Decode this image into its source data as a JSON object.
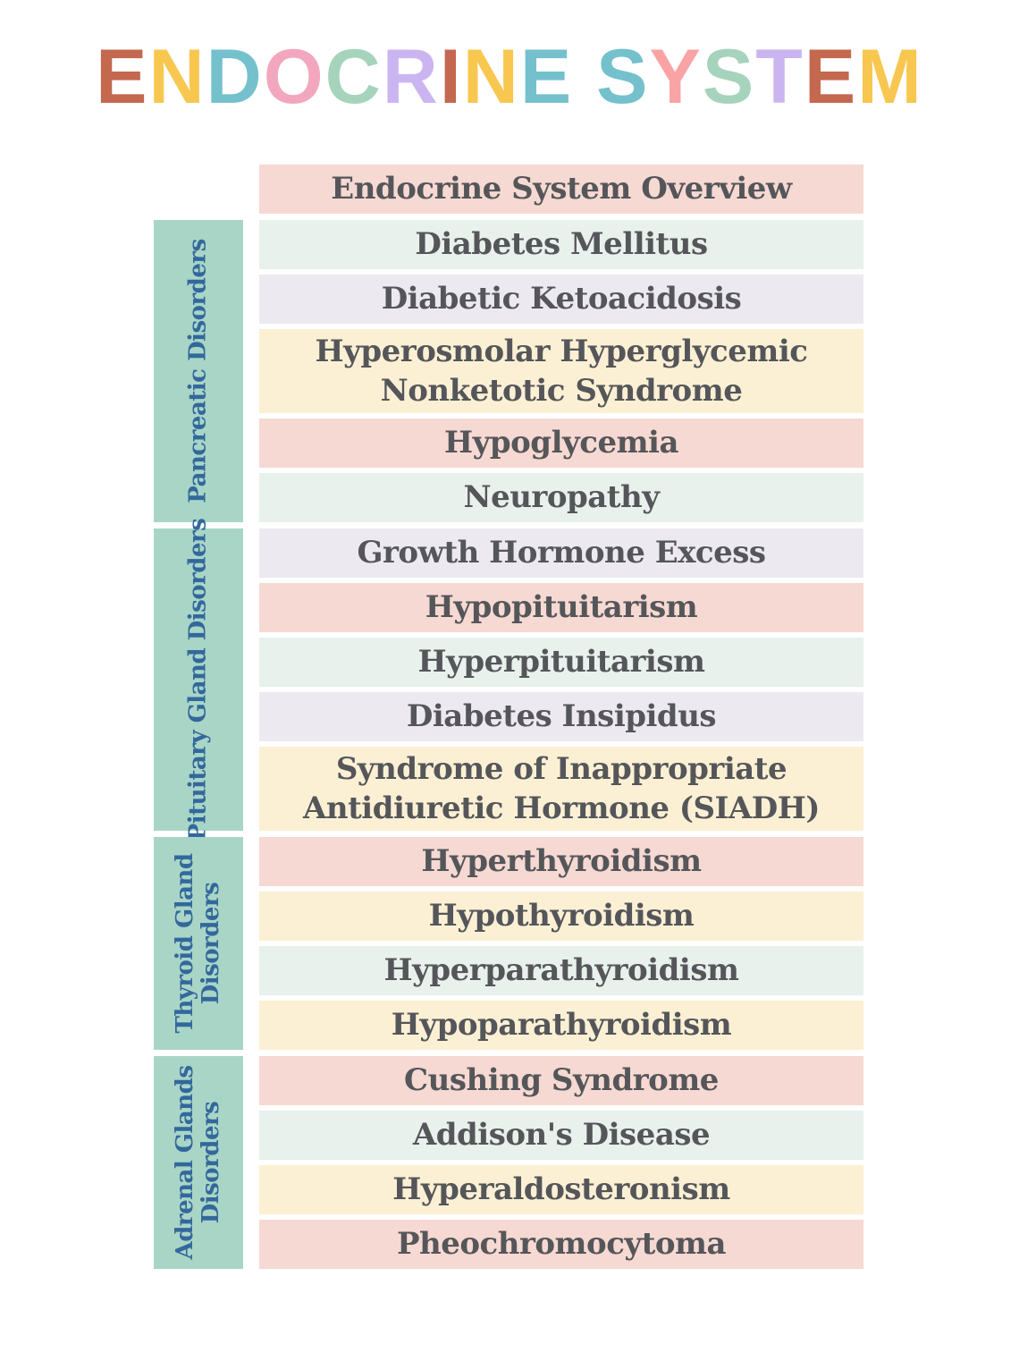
{
  "title": {
    "text": "ENDOCRINE SYSTEM",
    "letters": [
      {
        "ch": "E",
        "color": "#C4684F"
      },
      {
        "ch": "N",
        "color": "#F8C750"
      },
      {
        "ch": "D",
        "color": "#74C1CD"
      },
      {
        "ch": "O",
        "color": "#F2A7BE"
      },
      {
        "ch": "C",
        "color": "#A6D3BC"
      },
      {
        "ch": "R",
        "color": "#CBB5F1"
      },
      {
        "ch": "I",
        "color": "#C4684F"
      },
      {
        "ch": "N",
        "color": "#F8C750"
      },
      {
        "ch": "E",
        "color": "#74C1CD"
      },
      {
        "ch": " ",
        "color": ""
      },
      {
        "ch": "S",
        "color": "#74C1CD"
      },
      {
        "ch": "Y",
        "color": "#F9A3A5"
      },
      {
        "ch": "S",
        "color": "#A6D3BC"
      },
      {
        "ch": "T",
        "color": "#CBB5F1"
      },
      {
        "ch": "E",
        "color": "#C4684F"
      },
      {
        "ch": "M",
        "color": "#F8C750"
      }
    ]
  },
  "palette": {
    "row_pink": "#F6D9D2",
    "row_mint": "#E8F1EC",
    "row_lavender": "#ECE9F1",
    "row_yellow": "#FCF0D4",
    "sidebar_bg": "#A9D5C6",
    "sidebar_text": "#33689C",
    "row_text": "#55565A"
  },
  "overview": {
    "label": "Endocrine System Overview",
    "color": "row_pink"
  },
  "groups": [
    {
      "label": "Pancreatic Disorders",
      "rows": [
        {
          "label": "Diabetes Mellitus",
          "color": "row_mint"
        },
        {
          "label": "Diabetic Ketoacidosis",
          "color": "row_lavender"
        },
        {
          "label": "Hyperosmolar Hyperglycemic\nNonketotic Syndrome",
          "color": "row_yellow"
        },
        {
          "label": "Hypoglycemia",
          "color": "row_pink"
        },
        {
          "label": "Neuropathy",
          "color": "row_mint"
        }
      ]
    },
    {
      "label": "Pituitary Gland Disorders",
      "rows": [
        {
          "label": "Growth Hormone Excess",
          "color": "row_lavender"
        },
        {
          "label": "Hypopituitarism",
          "color": "row_pink"
        },
        {
          "label": "Hyperpituitarism",
          "color": "row_mint"
        },
        {
          "label": "Diabetes Insipidus",
          "color": "row_lavender"
        },
        {
          "label": "Syndrome of Inappropriate\nAntidiuretic Hormone (SIADH)",
          "color": "row_yellow"
        }
      ]
    },
    {
      "label": "Thyroid Gland\nDisorders",
      "rows": [
        {
          "label": "Hyperthyroidism",
          "color": "row_pink"
        },
        {
          "label": "Hypothyroidism",
          "color": "row_yellow"
        },
        {
          "label": "Hyperparathyroidism",
          "color": "row_mint"
        },
        {
          "label": "Hypoparathyroidism",
          "color": "row_yellow"
        }
      ]
    },
    {
      "label": "Adrenal Glands\nDisorders",
      "rows": [
        {
          "label": "Cushing Syndrome",
          "color": "row_pink"
        },
        {
          "label": "Addison's Disease",
          "color": "row_mint"
        },
        {
          "label": "Hyperaldosteronism",
          "color": "row_yellow"
        },
        {
          "label": "Pheochromocytoma",
          "color": "row_pink"
        }
      ]
    }
  ]
}
